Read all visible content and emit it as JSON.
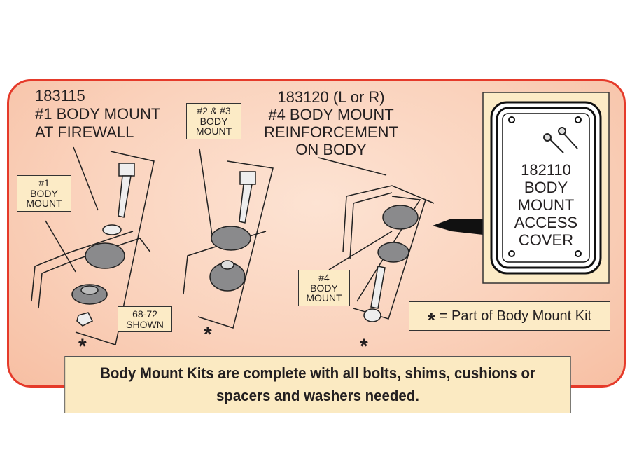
{
  "callouts": {
    "firewall": {
      "part": "183115",
      "line1": "#1 BODY MOUNT",
      "line2": "AT FIREWALL"
    },
    "reinforcement": {
      "part": "183120  (L or R)",
      "line1": "#4 BODY MOUNT",
      "line2": "REINFORCEMENT",
      "line3": "ON BODY"
    }
  },
  "labels": {
    "mount1": [
      "#1",
      "BODY",
      "MOUNT"
    ],
    "mount23": [
      "#2 & #3",
      "BODY",
      "MOUNT"
    ],
    "mount4": [
      "#4",
      "BODY",
      "MOUNT"
    ],
    "shown": [
      "68-72",
      "SHOWN"
    ]
  },
  "access_cover": [
    "182110",
    "BODY",
    "MOUNT",
    "ACCESS",
    "COVER"
  ],
  "legend": {
    "symbol": "*",
    "text": "= Part of Body Mount Kit"
  },
  "kit_marker": "*",
  "note": {
    "line1": "Body Mount Kits are complete with all bolts, shims, cushions or",
    "line2": "spacers and washers needed."
  },
  "colors": {
    "border": "#e53a2a",
    "panel": "#fad2bc",
    "label_bg": "#fcebc6"
  }
}
